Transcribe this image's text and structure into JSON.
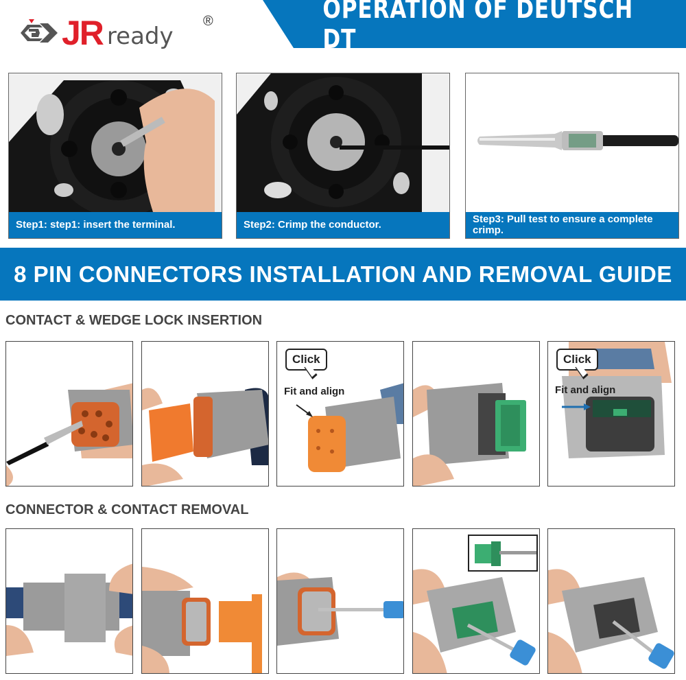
{
  "brand": {
    "jr": "JR",
    "ready": "ready",
    "registered": "®",
    "colors": {
      "red": "#e0202a",
      "gray": "#555555"
    }
  },
  "header": {
    "title": "OPERATION OF DEUTSCH DT",
    "accent": "#0676bd"
  },
  "steps": [
    {
      "caption": "Step1: step1: insert the terminal.",
      "image": "crimper-inserting-terminal"
    },
    {
      "caption": "Step2: Crimp the conductor.",
      "image": "crimper-with-wire"
    },
    {
      "caption": "Step3: Pull test to ensure a complete crimp.",
      "image": "crimped-pin-on-wire"
    }
  ],
  "guide": {
    "title": "8 PIN CONNECTORS INSTALLATION AND REMOVAL GUIDE"
  },
  "insertion": {
    "heading": "CONTACT & WEDGE LOCK INSERTION",
    "tiles": [
      {
        "image": "inserting-contact-into-orange-receptacle"
      },
      {
        "image": "inserting-orange-wedge-lock"
      },
      {
        "image": "orange-wedge-seated",
        "bubble": "Click",
        "note": "Fit and align"
      },
      {
        "image": "green-wedge-lock-plug"
      },
      {
        "image": "green-wedge-seated-plug",
        "bubble": "Click",
        "note": "Fit and align"
      }
    ]
  },
  "removal": {
    "heading": "CONNECTOR & CONTACT REMOVAL",
    "tiles": [
      {
        "image": "mated-connectors"
      },
      {
        "image": "removing-orange-wedge"
      },
      {
        "image": "screwdriver-releasing-contact"
      },
      {
        "image": "screwdriver-removing-green-wedge",
        "inset": "green-wedge-with-tool"
      },
      {
        "image": "screwdriver-extracting-contact"
      }
    ]
  }
}
